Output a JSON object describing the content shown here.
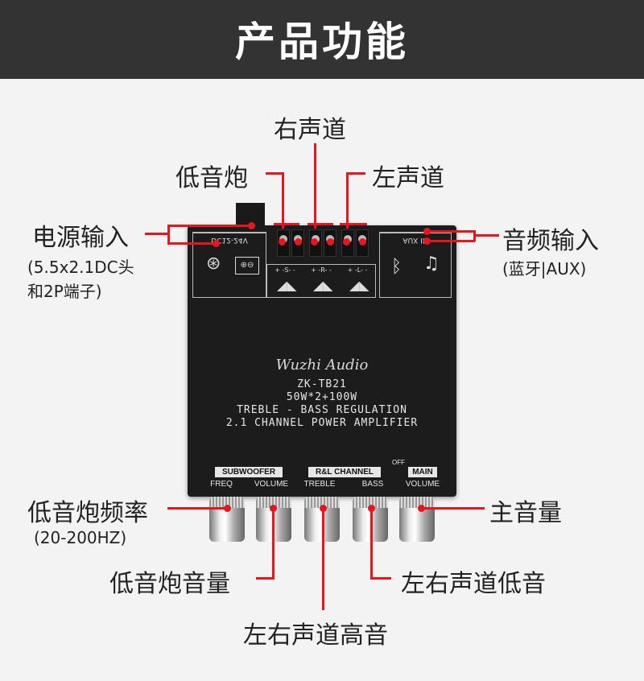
{
  "header": {
    "title": "产品功能"
  },
  "callouts": {
    "right_channel": "右声道",
    "subwoofer": "低音炮",
    "left_channel": "左声道",
    "power_input": "电源输入",
    "power_input_note_1": "(5.5x2.1DC头",
    "power_input_note_2": "和2P端子)",
    "audio_input": "音频输入",
    "audio_input_note": "(蓝牙|AUX)",
    "sub_freq": "低音炮频率",
    "sub_freq_note": "(20-200HZ)",
    "main_volume": "主音量",
    "sub_volume": "低音炮音量",
    "lr_bass": "左右声道低音",
    "lr_treble": "左右声道高音"
  },
  "board": {
    "dc_label": "DC12-24V",
    "aux_label": "AUX IN",
    "speaker_s": "+ -S- -",
    "speaker_r": "+ -R- -",
    "speaker_l": "+ -L- -",
    "brand": "Wuzhi Audio",
    "model": "ZK-TB21",
    "power": "50W*2+100W",
    "line1": "TREBLE - BASS REGULATION",
    "line2": "2.1 CHANNEL POWER AMPLIFIER",
    "subwoofer_group": "SUBWOOFER",
    "rl_group": "R&L CHANNEL",
    "main_group": "MAIN",
    "off_label": "OFF",
    "freq": "FREQ",
    "volume": "VOLUME",
    "treble": "TREBLE",
    "bass": "BASS",
    "main_volume": "VOLUME"
  },
  "colors": {
    "accent": "#e8161c",
    "header_bg": "#333333",
    "board_bg": "#1c1c1c"
  },
  "icons": [
    "bluetooth-icon",
    "aux-jack-icon",
    "power-connector-icon",
    "speaker-icon"
  ]
}
